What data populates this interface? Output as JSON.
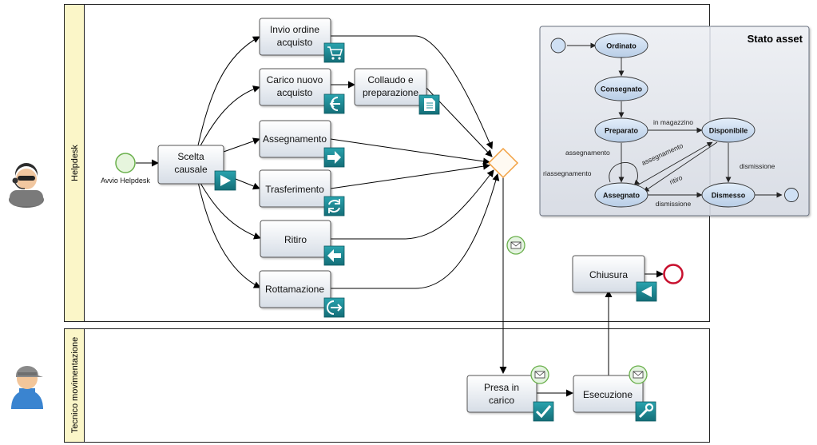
{
  "lanes": {
    "helpdesk": "Helpdesk",
    "tecnico": "Tecnico movimentazione"
  },
  "start_event_label": "Avvio Helpdesk",
  "tasks": {
    "scelta": "Scelta causale",
    "invio": "Invio ordine acquisto",
    "carico": "Carico nuovo acquisto",
    "collaudo": "Collaudo e preparazione",
    "assegnamento": "Assegnamento",
    "trasferimento": "Trasferimento",
    "ritiro": "Ritiro",
    "rottamazione": "Rottamazione",
    "chiusura": "Chiusura",
    "presa": "Presa in carico",
    "esecuzione": "Esecuzione"
  },
  "state_panel": {
    "title": "Stato asset",
    "states": {
      "ordinato": "Ordinato",
      "consegnato": "Consegnato",
      "preparato": "Preparato",
      "disponibile": "Disponibile",
      "assegnato": "Assegnato",
      "dismesso": "Dismesso"
    },
    "transitions": {
      "in_magazzino": "in magazzino",
      "assegnamento_1": "assegnamento",
      "riassegnamento": "riassegnamento",
      "assegnamento_2": "assegnamento",
      "ritiro": "ritiro",
      "dismissione_1": "dismissione",
      "dismissione_2": "dismissione"
    }
  },
  "colors": {
    "lane_header": "#fbf6c8",
    "task_fill_top": "#ffffff",
    "task_fill_bottom": "#dde3ea",
    "icon_teal": "#1f8f9a",
    "start_event": "#e7f4e0",
    "end_event": "#c8102e",
    "gateway": "#f7a83a",
    "state_fill": "#cfe0f4",
    "panel_fill": "#e2e6ee"
  }
}
